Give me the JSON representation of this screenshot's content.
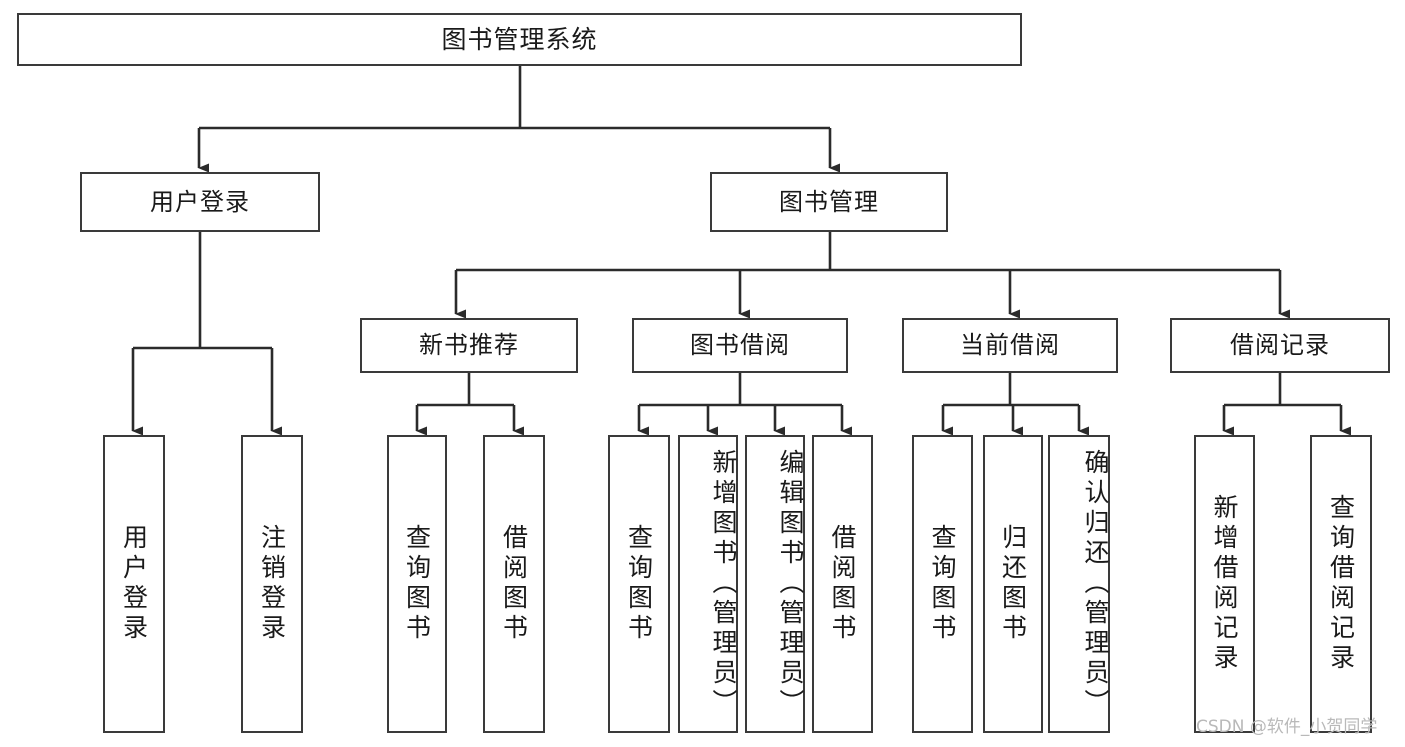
{
  "diagram": {
    "title": "图书管理系统",
    "type": "tree-hierarchy-chart",
    "colors": {
      "box_border": "#3a3a3a",
      "box_fill": "#ffffff",
      "edge": "#2b2b2b",
      "text": "#1a1a1a",
      "watermark": "#b9b9b9",
      "background": "#ffffff"
    },
    "root": {
      "label": "图书管理系统"
    },
    "level2": [
      {
        "label": "用户登录"
      },
      {
        "label": "图书管理"
      }
    ],
    "level3": [
      {
        "label": "新书推荐"
      },
      {
        "label": "图书借阅"
      },
      {
        "label": "当前借阅"
      },
      {
        "label": "借阅记录"
      }
    ],
    "leaves": [
      {
        "label": "用户登录"
      },
      {
        "label": "注销登录"
      },
      {
        "label": "查询图书"
      },
      {
        "label": "借阅图书"
      },
      {
        "label": "查询图书"
      },
      {
        "label": "新增图书（管理员）"
      },
      {
        "label": "编辑图书（管理员）"
      },
      {
        "label": "借阅图书"
      },
      {
        "label": "查询图书"
      },
      {
        "label": "归还图书"
      },
      {
        "label": "确认归还（管理员）"
      },
      {
        "label": "新增借阅记录"
      },
      {
        "label": "查询借阅记录"
      }
    ]
  },
  "watermark": {
    "text": "CSDN @软件_小贺同学"
  }
}
